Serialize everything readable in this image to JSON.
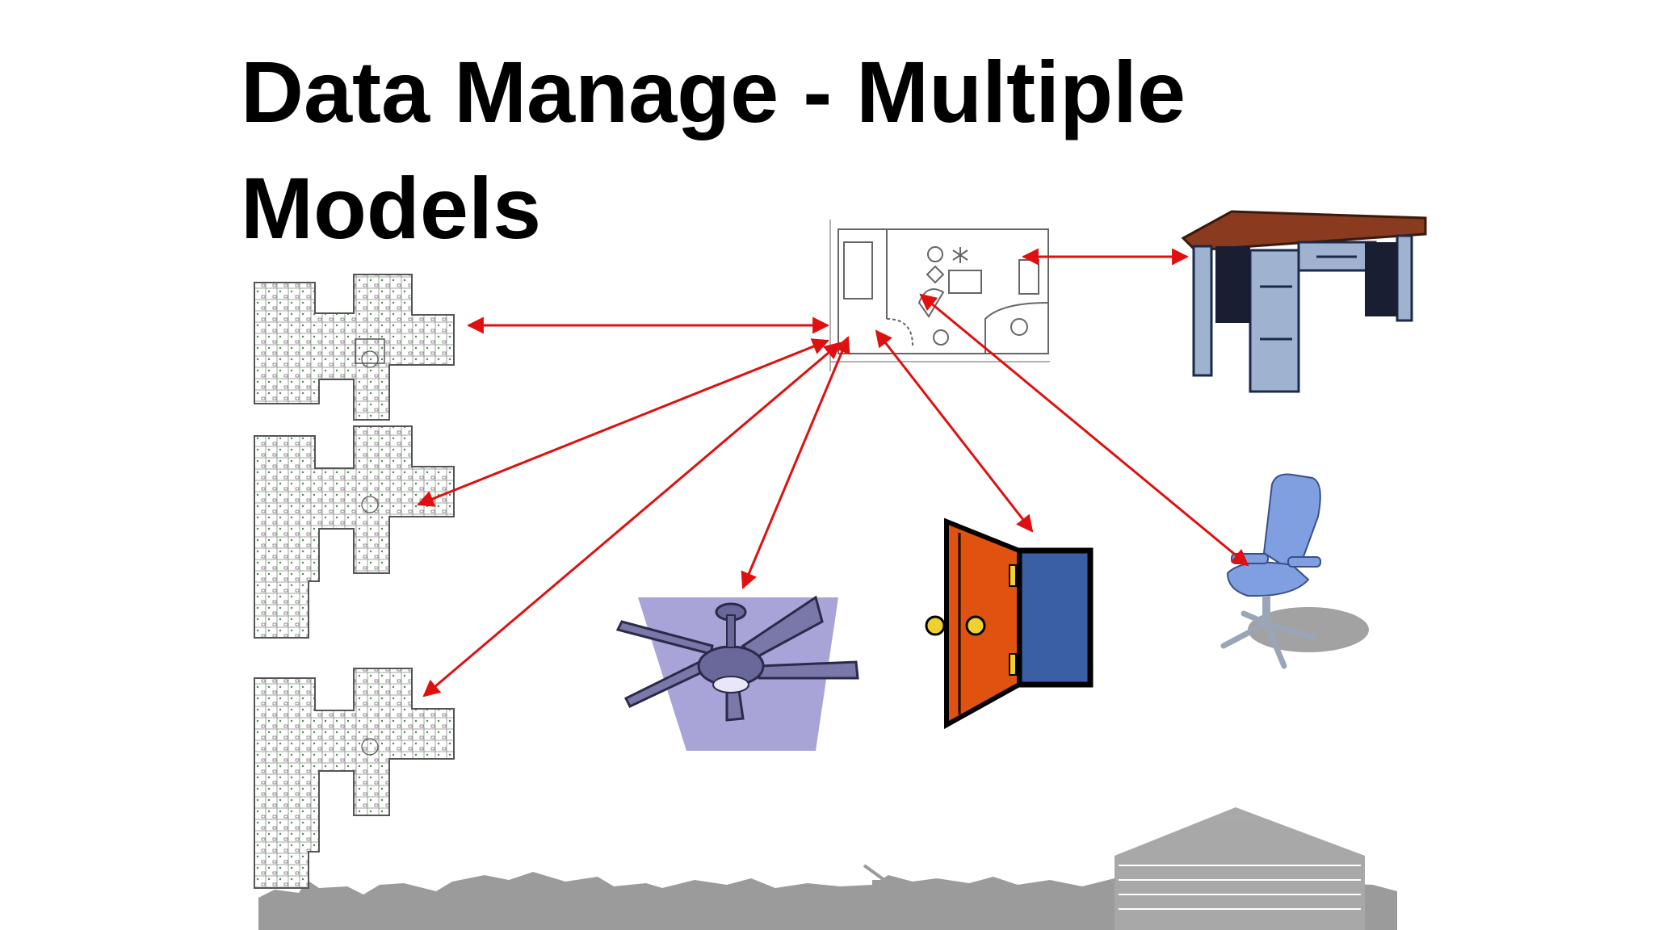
{
  "slide": {
    "title_line1": "Data Manage - Multiple",
    "title_line2": "Models"
  },
  "diagram": {
    "nodes": [
      {
        "id": "floor-plan-1",
        "icon": "floor-plan-icon"
      },
      {
        "id": "floor-plan-2",
        "icon": "floor-plan-icon"
      },
      {
        "id": "floor-plan-3",
        "icon": "floor-plan-icon"
      },
      {
        "id": "room-plan",
        "icon": "room-plan-icon"
      },
      {
        "id": "desk",
        "icon": "desk-icon"
      },
      {
        "id": "ceiling-fan",
        "icon": "ceiling-fan-icon"
      },
      {
        "id": "door",
        "icon": "door-icon"
      },
      {
        "id": "office-chair",
        "icon": "office-chair-icon"
      }
    ],
    "links": [
      {
        "from": "room-plan",
        "to": "floor-plan-1",
        "style": "double-arrow"
      },
      {
        "from": "room-plan",
        "to": "floor-plan-2",
        "style": "double-arrow"
      },
      {
        "from": "room-plan",
        "to": "floor-plan-3",
        "style": "double-arrow"
      },
      {
        "from": "room-plan",
        "to": "ceiling-fan",
        "style": "double-arrow"
      },
      {
        "from": "room-plan",
        "to": "door",
        "style": "double-arrow"
      },
      {
        "from": "room-plan",
        "to": "office-chair",
        "style": "double-arrow"
      },
      {
        "from": "room-plan",
        "to": "desk",
        "style": "double-arrow"
      }
    ],
    "colors": {
      "arrow": "#e01010",
      "plan_lines": "#666666",
      "desk_top": "#8a3a1e",
      "desk_body": "#9fb3d1",
      "fan": "#7a78a8",
      "fan_bg": "#a8a4d8",
      "door": "#e0520f",
      "door_panel": "#3a5fa5",
      "chair": "#7f9fe0",
      "skyline": "#8a8a8a"
    }
  }
}
